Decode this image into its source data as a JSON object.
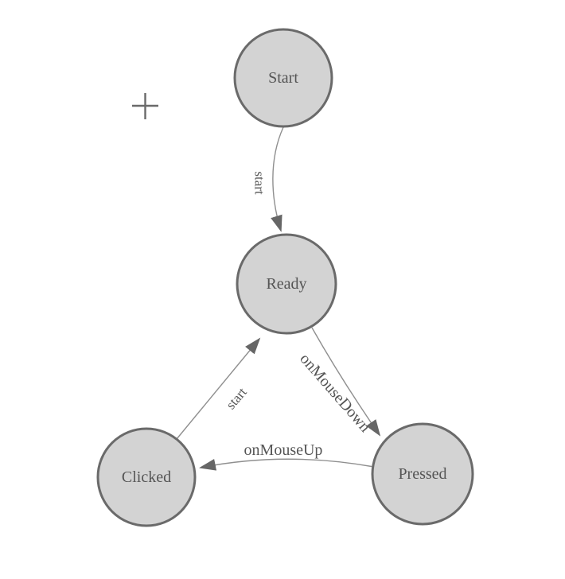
{
  "diagram": {
    "type": "state-machine",
    "colors": {
      "background": "#ffffff",
      "node_fill": "#d3d3d3",
      "node_stroke": "#6a6a6a",
      "edge_color": "#8f8f8f",
      "arrow_color": "#666666",
      "label_color": "#555555"
    },
    "nodes": [
      {
        "id": "start",
        "label": "Start"
      },
      {
        "id": "ready",
        "label": "Ready"
      },
      {
        "id": "clicked",
        "label": "Clicked"
      },
      {
        "id": "pressed",
        "label": "Pressed"
      }
    ],
    "edges": [
      {
        "from": "Start",
        "to": "Ready",
        "label": "start"
      },
      {
        "from": "Ready",
        "to": "Pressed",
        "label": "onMouseDown"
      },
      {
        "from": "Pressed",
        "to": "Clicked",
        "label": "onMouseUp"
      },
      {
        "from": "Clicked",
        "to": "Ready",
        "label": "start"
      }
    ],
    "cursor": {
      "type": "crosshair"
    }
  }
}
